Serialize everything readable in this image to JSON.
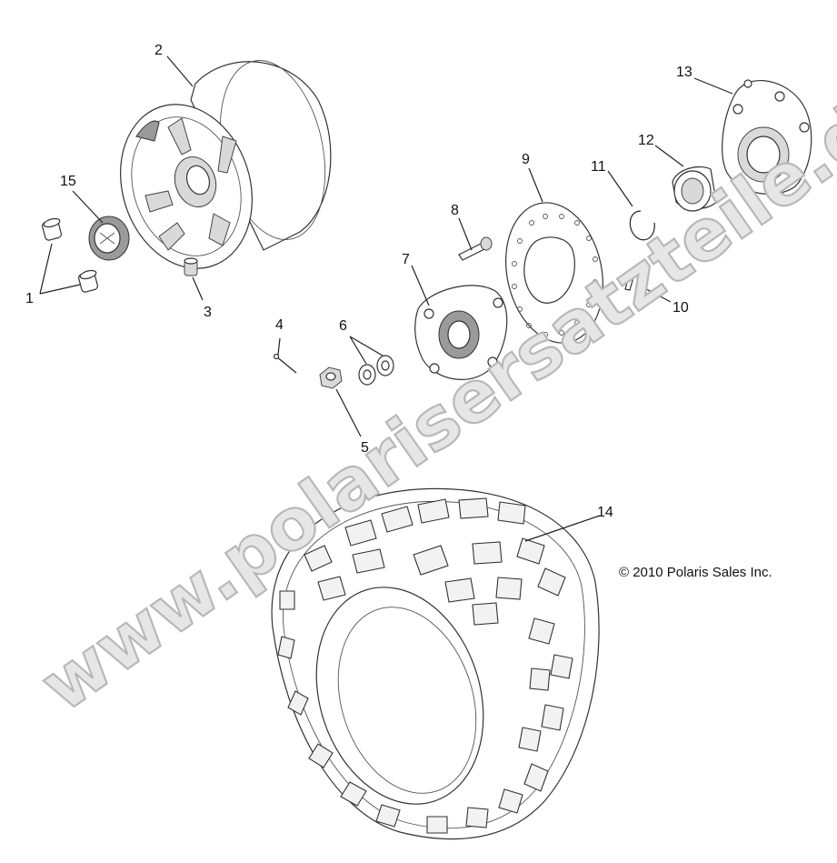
{
  "callouts": [
    "1",
    "2",
    "3",
    "4",
    "5",
    "6",
    "7",
    "8",
    "9",
    "10",
    "11",
    "12",
    "13",
    "14",
    "15"
  ],
  "copyright": "© 2010 Polaris Sales Inc.",
  "watermark": "www.polarisersatzteile.de",
  "parts": [
    {
      "number": "1",
      "icon": "valve-stem-cap-icon"
    },
    {
      "number": "2",
      "icon": "wheel-rim-icon"
    },
    {
      "number": "3",
      "icon": "valve-stem-icon"
    },
    {
      "number": "4",
      "icon": "cotter-pin-icon"
    },
    {
      "number": "5",
      "icon": "castle-nut-icon"
    },
    {
      "number": "6",
      "icon": "washer-icon"
    },
    {
      "number": "7",
      "icon": "wheel-hub-icon"
    },
    {
      "number": "8",
      "icon": "wheel-stud-icon"
    },
    {
      "number": "9",
      "icon": "brake-disc-icon"
    },
    {
      "number": "10",
      "icon": "bolt-icon"
    },
    {
      "number": "11",
      "icon": "retaining-ring-icon"
    },
    {
      "number": "12",
      "icon": "bearing-icon"
    },
    {
      "number": "13",
      "icon": "bearing-carrier-icon"
    },
    {
      "number": "14",
      "icon": "tire-icon"
    },
    {
      "number": "15",
      "icon": "hub-cap-icon"
    }
  ]
}
